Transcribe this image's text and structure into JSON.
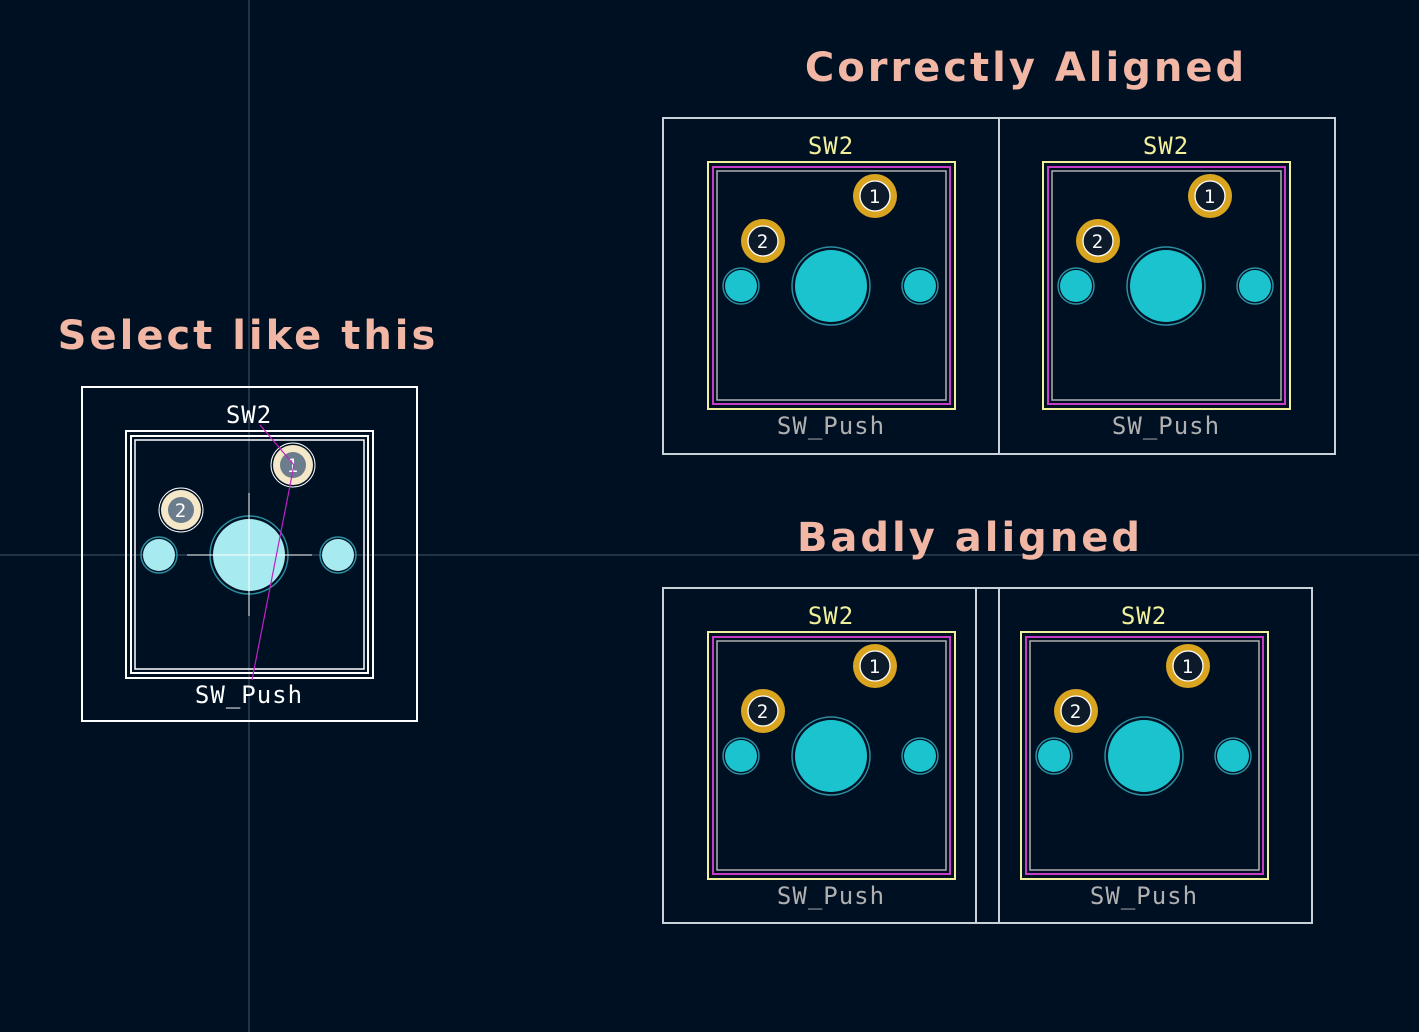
{
  "colors": {
    "background": "#001023",
    "heading": "#f2b6a5",
    "selected_outline": "#ffffff",
    "normal_outline": "#c8d2d8",
    "silkscreen": "#f2f09b",
    "courtyard": "#c83cc8",
    "fab": "#b0b0b0",
    "pad_gold": "#d9a521",
    "pad_dark": "#0d1a2a",
    "hole": "#1bc3cf",
    "hole_ring": "#2a8fa0",
    "selected_pad": "#f5e8c8",
    "selected_pad_center": "#6b7c8c",
    "selected_hole": "#a7eaf0",
    "crosshair": "#5f7888",
    "ratsnest": "#c020c8"
  },
  "headings": {
    "select": "Select like this",
    "correct": "Correctly Aligned",
    "bad": "Badly aligned"
  },
  "footprint": {
    "reference": "SW2",
    "value": "SW_Push",
    "pad1": "1",
    "pad2": "2"
  }
}
